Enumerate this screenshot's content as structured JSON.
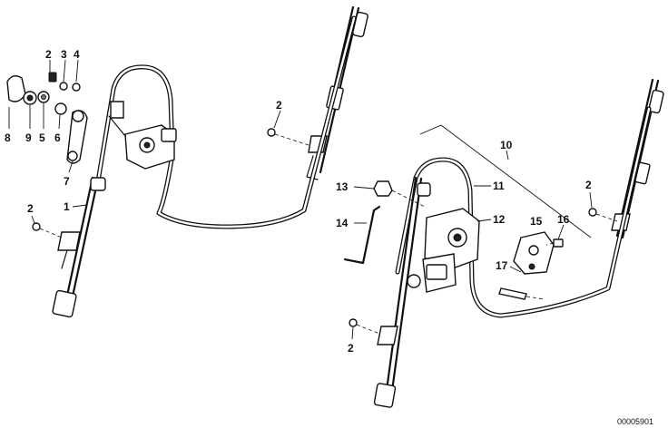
{
  "diagram": {
    "callouts": {
      "c1": "1",
      "c2a": "2",
      "c2b": "2",
      "c2c": "2",
      "c2d": "2",
      "c2e": "2",
      "c3": "3",
      "c4": "4",
      "c5": "5",
      "c6": "6",
      "c7": "7",
      "c8": "8",
      "c9": "9",
      "c10": "10",
      "c11": "11",
      "c12": "12",
      "c13": "13",
      "c14": "14",
      "c15": "15",
      "c16": "16",
      "c17": "17"
    },
    "doc_number": "00005901"
  }
}
